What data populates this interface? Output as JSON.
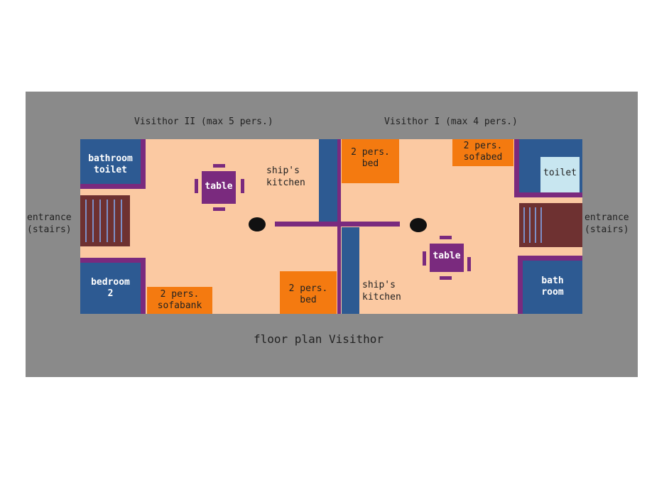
{
  "labels": {
    "boat_left": "Visithor II (max 5 pers.)",
    "boat_right": "Visithor I (max 4 pers.)",
    "caption": "floor plan Visithor",
    "entrance_left": "entrance\n(stairs)",
    "entrance_right": "entrance\n(stairs)",
    "bathroom_toilet": "bathroom\ntoilet",
    "bedroom_2": "bedroom\n2",
    "table_left": "table",
    "table_right": "table",
    "kitchen_left": "ship's\nkitchen",
    "kitchen_right": "ship's\nkitchen",
    "sofabank": "2 pers.\nsofabank",
    "bed_left": "2 pers.\nbed",
    "bed_right": "2 pers.\nbed",
    "sofabed": "2 pers.\nsofabed",
    "toilet": "toilet",
    "bath_room": "bath\nroom"
  },
  "colors": {
    "frame": "#8a8a8a",
    "floor": "#fbc9a2",
    "wall_blue": "#2d5a92",
    "wall_purple": "#7a2a7e",
    "furniture_orange": "#f47a10",
    "stairs": "#6e3131",
    "toilet_fill": "#c8e6f0"
  }
}
